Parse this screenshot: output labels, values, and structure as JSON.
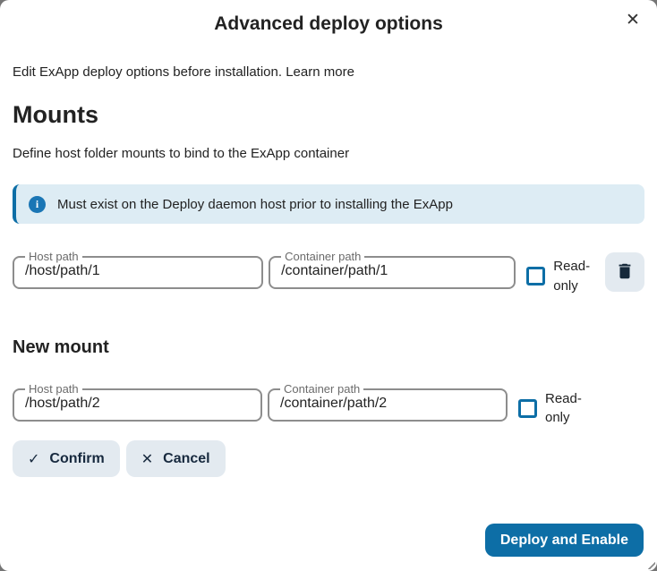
{
  "dialog": {
    "title": "Advanced deploy options"
  },
  "icons": {
    "close": "✕",
    "check": "✓",
    "cancel": "✕",
    "info": "i"
  },
  "intro": {
    "text": "Edit ExApp deploy options before installation.",
    "link_label": "Learn more"
  },
  "mounts": {
    "heading": "Mounts",
    "description": "Define host folder mounts to bind to the ExApp container",
    "note": "Must exist on the Deploy daemon host prior to installing the ExApp",
    "rows": [
      {
        "host_label": "Host path",
        "host_value": "/host/path/1",
        "container_label": "Container path",
        "container_value": "/container/path/1",
        "readonly_label": "Read-only",
        "readonly_checked": false
      }
    ]
  },
  "new_mount": {
    "heading": "New mount",
    "host_label": "Host path",
    "host_value": "/host/path/2",
    "container_label": "Container path",
    "container_value": "/container/path/2",
    "readonly_label": "Read-only",
    "readonly_checked": false,
    "confirm_label": "Confirm",
    "cancel_label": "Cancel"
  },
  "footer": {
    "primary_label": "Deploy and Enable"
  },
  "colors": {
    "primary": "#0d6ea6",
    "note_background": "#ddecf4",
    "note_border": "#0d6ea6",
    "info_icon": "#1a76b5",
    "secondary_button_background": "#e3eaf0",
    "secondary_button_text": "#17293e",
    "input_border": "#8d8d8d",
    "text": "#222222"
  }
}
